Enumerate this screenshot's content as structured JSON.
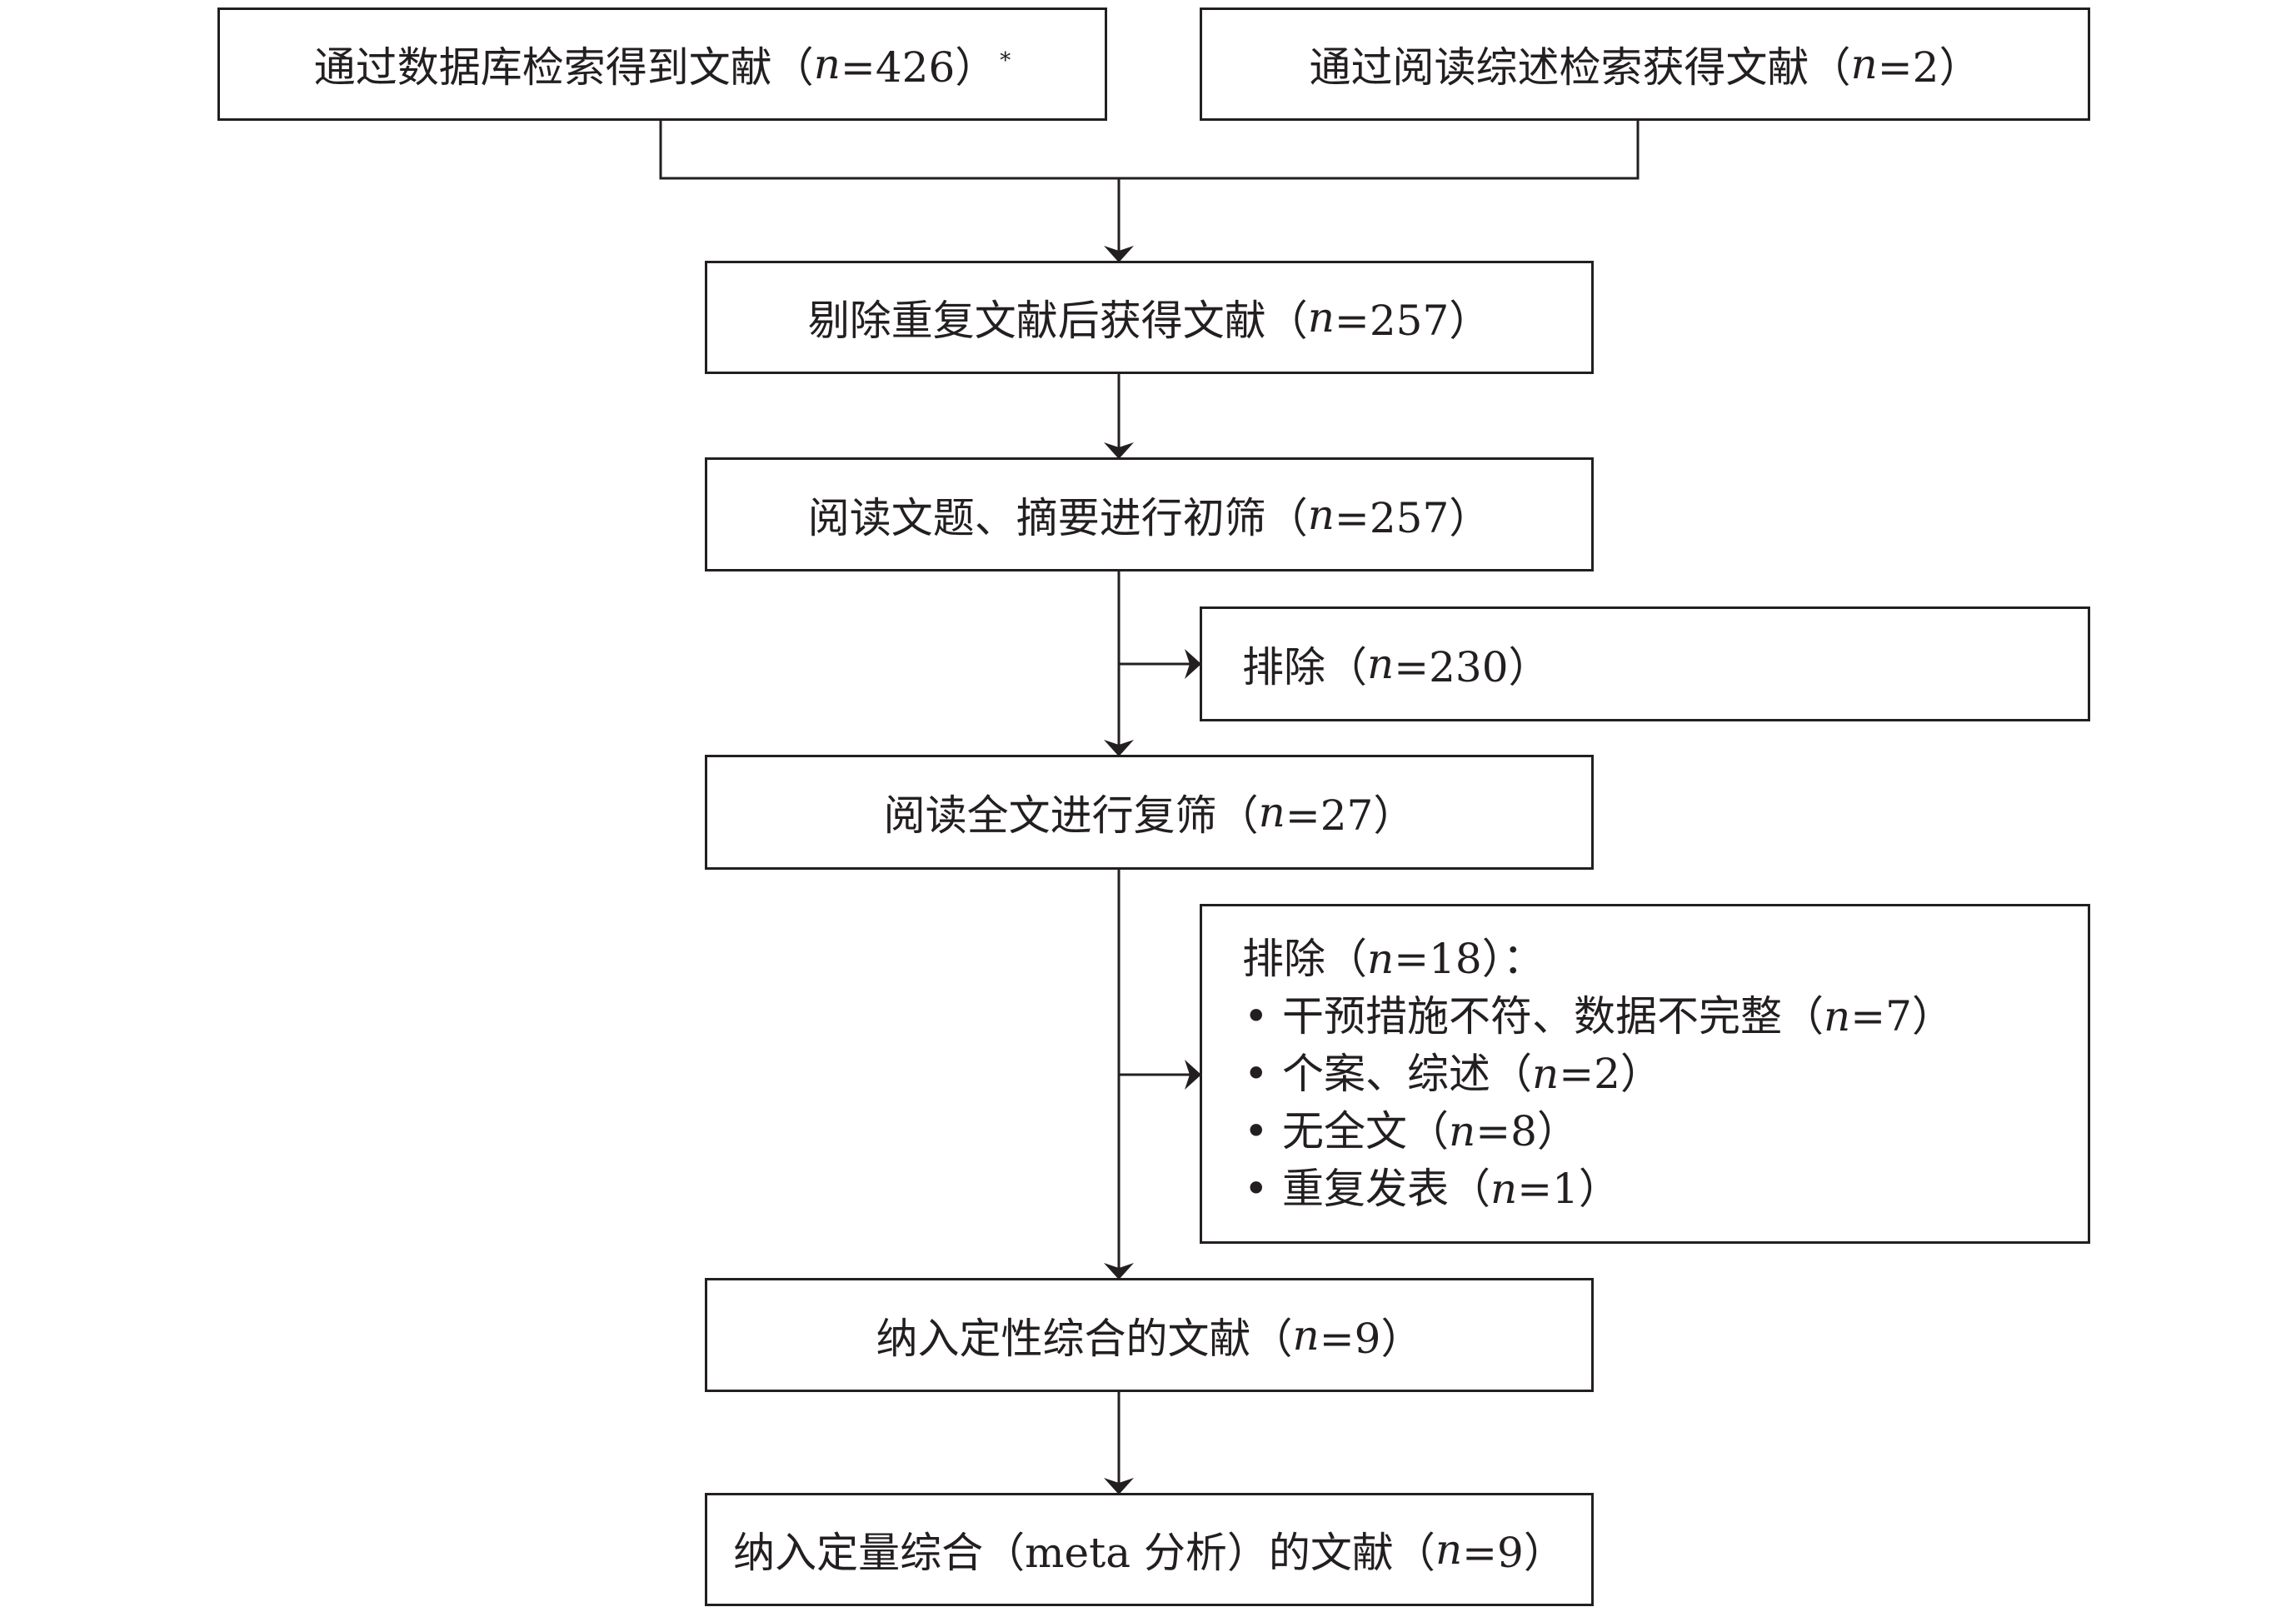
{
  "boxes": {
    "db_search": {
      "pre": "通过数据库检索得到文献（",
      "var": "n",
      "post": "=426）",
      "sup": "*"
    },
    "review_search": {
      "pre": "通过阅读综述检索获得文献（",
      "var": "n",
      "post": "=2）"
    },
    "dedup": {
      "pre": "剔除重复文献后获得文献（",
      "var": "n",
      "post": "=257）"
    },
    "initial_screen": {
      "pre": "阅读文题、摘要进行初筛（",
      "var": "n",
      "post": "=257）"
    },
    "exclude1": {
      "pre": "排除（",
      "var": "n",
      "post": "=230）"
    },
    "full_screen": {
      "pre": "阅读全文进行复筛（",
      "var": "n",
      "post": "=27）"
    },
    "exclude2": {
      "title": {
        "pre": "排除（",
        "var": "n",
        "post": "=18）："
      },
      "items": [
        {
          "pre": "干预措施不符、数据不完整（",
          "var": "n",
          "post": "=7）"
        },
        {
          "pre": "个案、综述（",
          "var": "n",
          "post": "=2）"
        },
        {
          "pre": "无全文（",
          "var": "n",
          "post": "=8）"
        },
        {
          "pre": "重复发表（",
          "var": "n",
          "post": "=1）"
        }
      ]
    },
    "qualitative": {
      "pre": "纳入定性综合的文献（",
      "var": "n",
      "post": "=9）"
    },
    "quantitative": {
      "pre": "纳入定量综合（meta 分析）的文献（",
      "var": "n",
      "post": "=9）"
    }
  },
  "colors": {
    "line": "#231f20"
  }
}
